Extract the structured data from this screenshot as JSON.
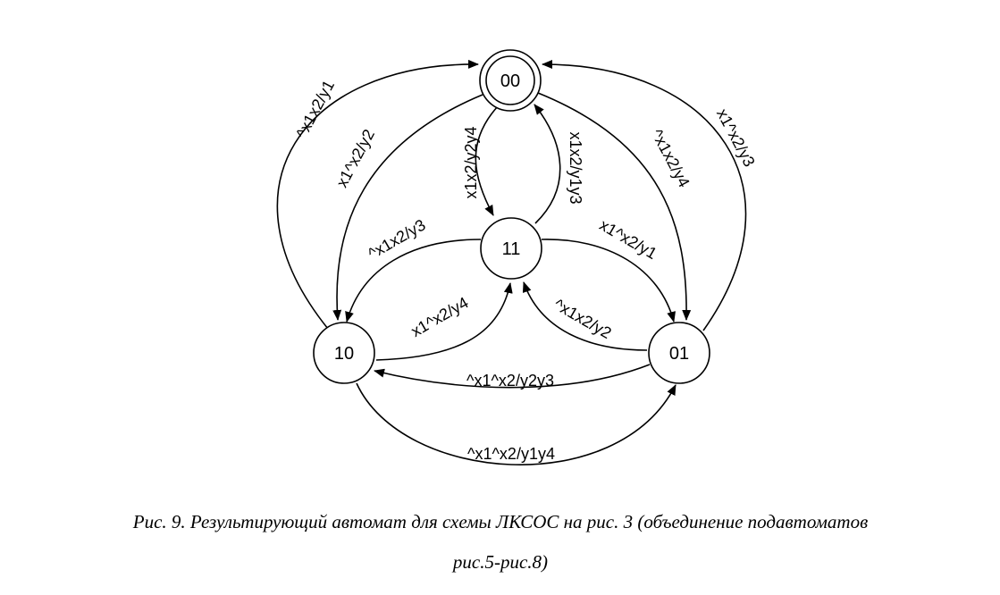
{
  "diagram": {
    "states": [
      {
        "id": "s00",
        "label": "00",
        "accepting": true
      },
      {
        "id": "s11",
        "label": "11",
        "accepting": false
      },
      {
        "id": "s10",
        "label": "10",
        "accepting": false
      },
      {
        "id": "s01",
        "label": "01",
        "accepting": false
      }
    ],
    "transitions": [
      {
        "id": "t1",
        "from": "s10",
        "to": "s00",
        "label": "^x1x2/y1"
      },
      {
        "id": "t2",
        "from": "s00",
        "to": "s10",
        "label": "x1^x2/y2"
      },
      {
        "id": "t3",
        "from": "s00",
        "to": "s11",
        "label": "x1x2/y2y4"
      },
      {
        "id": "t4",
        "from": "s11",
        "to": "s00",
        "label": "x1x2/y1y3"
      },
      {
        "id": "t5",
        "from": "s00",
        "to": "s01",
        "label": "^x1x2/y4"
      },
      {
        "id": "t6",
        "from": "s01",
        "to": "s00",
        "label": "x1^x2/y3"
      },
      {
        "id": "t7",
        "from": "s11",
        "to": "s10",
        "label": "^x1x2/y3"
      },
      {
        "id": "t8",
        "from": "s11",
        "to": "s01",
        "label": "x1^x2/y1"
      },
      {
        "id": "t9",
        "from": "s10",
        "to": "s11",
        "label": "x1^x2/y4"
      },
      {
        "id": "t10",
        "from": "s01",
        "to": "s11",
        "label": "^x1x2/y2"
      },
      {
        "id": "t11",
        "from": "s01",
        "to": "s10",
        "label": "^x1^x2/y2y3"
      },
      {
        "id": "t12",
        "from": "s10",
        "to": "s01",
        "label": "^x1^x2/y1y4"
      }
    ]
  },
  "caption": {
    "line1": "Рис. 9. Результирующий автомат для схемы ЛКСОС на рис. 3 (объединение подавтоматов",
    "line2": "рис.5-рис.8)"
  }
}
